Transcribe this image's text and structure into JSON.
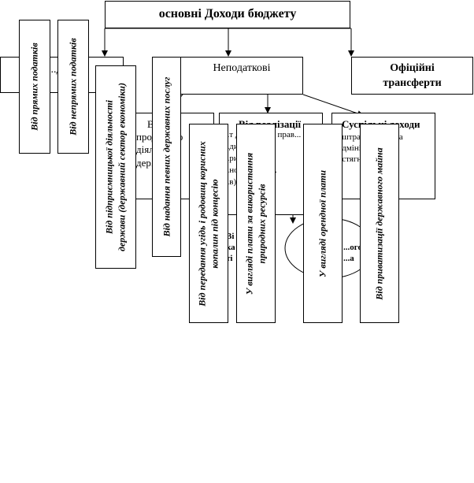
{
  "diagram": {
    "root": "основні Доходи бюджету",
    "categories": {
      "tax": "...дат...",
      "nontax": "Неподаткові",
      "transfers_line1": "Офіційні",
      "transfers_line2": "трансферти"
    },
    "nontax_children": {
      "first_line1": "Ві",
      "first_line2": "продукцію",
      "first_line3": "діяльн...",
      "first_line4": "дер...",
      "second_title": "Від реалізації",
      "second_line1": "...т державних прав...",
      "second_line2": "...ди (доходи...",
      "second_line3": "...ристання...",
      "second_line4": "...ного майна...",
      "second_line5": "...в)",
      "third_title": "Суспільні доходи",
      "third_line1": "...штрафи, мита та",
      "third_line2": "...дміністративні",
      "third_line3": "...стягнення"
    },
    "fragments": {
      "f1": "Ві",
      "f2": "ка",
      "f3": "ті",
      "f4": "...ого",
      "f5": "...а"
    },
    "vertical_labels": {
      "direct_taxes": "Від прямих податків",
      "indirect_taxes": "Від непрямих податків",
      "enterprise_line1": "Від підприємницької діяльності",
      "enterprise_line2": "держави (державний сектор економіки)",
      "services": "Від надання певних державних послуг",
      "land_line1": "Від передання угідь і родовищ корисних",
      "land_line2": "копалин під концесію",
      "resources_line1": "У вигляді плати за використання",
      "resources_line2": "природних ресурсів",
      "rent": "У вигляді орендної плати",
      "privatization": "Від приватизації державного майна"
    }
  }
}
